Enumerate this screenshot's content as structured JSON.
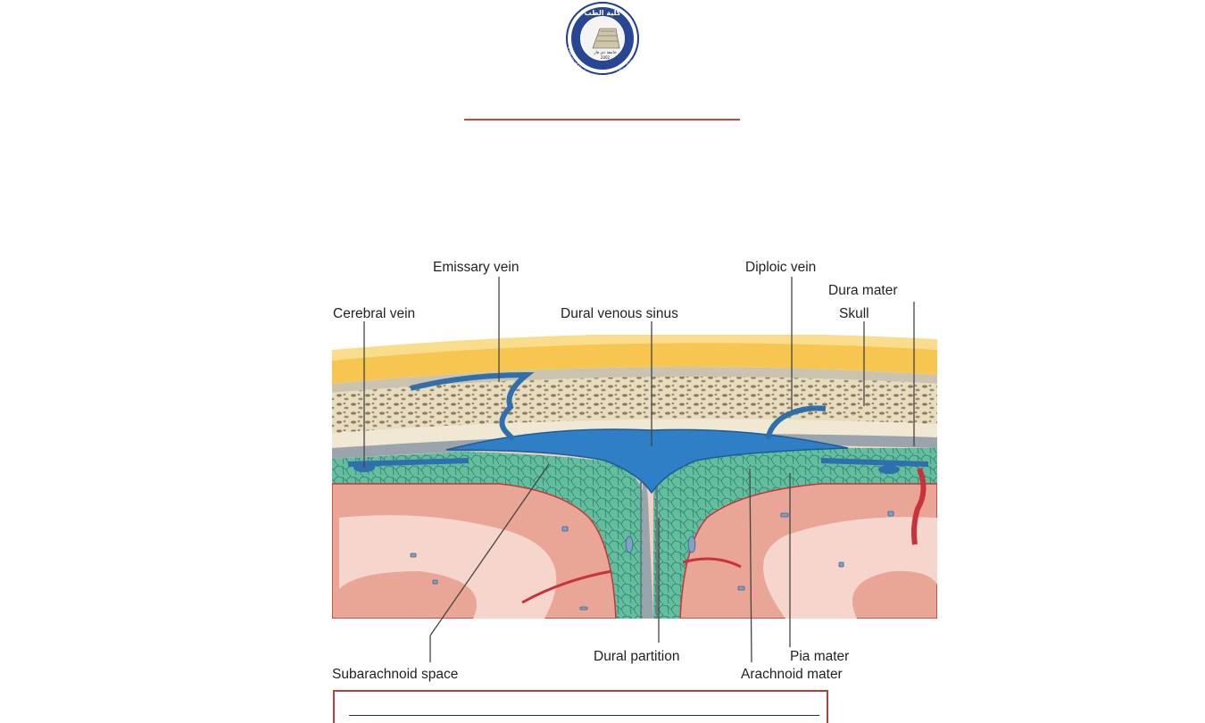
{
  "logo": {
    "arabic_text": "كلية الطب",
    "arabic_university": "جامعة ذي قار",
    "english_ring": "College of Medicine University of Thi - Qar",
    "year": "2002",
    "colors": {
      "ring": "#1d3d8f",
      "crescent": "#d8202e",
      "gold": "#e8b43a"
    }
  },
  "diagram": {
    "labels": {
      "emissary_vein": "Emissary vein",
      "diploic_vein": "Diploic vein",
      "dura_mater": "Dura mater",
      "cerebral_vein": "Cerebral vein",
      "dural_venous_sinus": "Dural venous sinus",
      "skull": "Skull",
      "subarachnoid_space": "Subarachnoid space",
      "dural_partition": "Dural partition",
      "pia_mater": "Pia mater",
      "arachnoid_mater": "Arachnoid mater"
    },
    "colors": {
      "scalp": "#f6c650",
      "bone": "#e7dcc0",
      "bone_spots": "#8a7a58",
      "dura": "#9aa4ad",
      "sinus": "#2f7fc6",
      "subarachnoid": "#5fb79b",
      "brain": "#e9a596",
      "brain_light": "#f6d6cc",
      "vessel_red": "#c9323b"
    }
  },
  "accent_colors": {
    "title_rule": "#c3473a",
    "caption_border": "#b5403b",
    "caption_rule": "#1f2f5c"
  }
}
